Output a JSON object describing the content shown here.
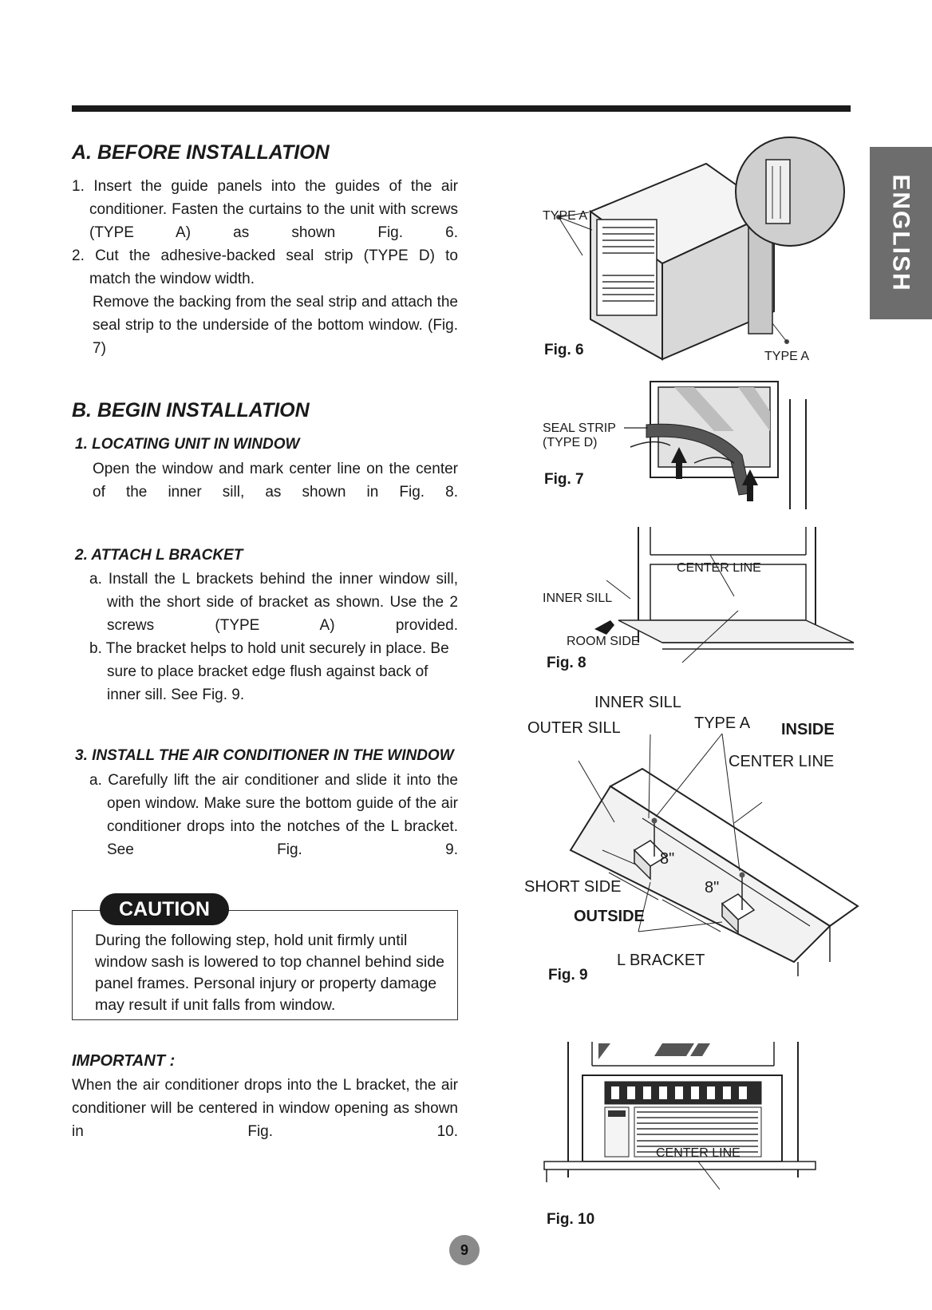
{
  "language_tab": "ENGLISH",
  "section_a": {
    "heading": "A. BEFORE INSTALLATION",
    "step1": "1. Insert the guide panels into the guides of the air conditioner. Fasten the curtains to the unit with screws (TYPE A) as shown Fig. 6.",
    "step2_line1": "2. Cut the adhesive-backed seal strip (TYPE D) to",
    "step2_line2": "match the window width.",
    "step2_detail": "Remove the backing from the seal strip and attach the seal strip to the underside of the bottom window. (Fig. 7)"
  },
  "section_b": {
    "heading": "B. BEGIN INSTALLATION",
    "sub1": {
      "title": "1. LOCATING UNIT IN WINDOW",
      "text": "Open the window and mark center line on the center of the inner sill, as shown in Fig. 8."
    },
    "sub2": {
      "title": "2. ATTACH L BRACKET",
      "item_a": "a. Install the L brackets behind the inner window sill, with the short side of bracket as shown. Use the 2 screws (TYPE A) provided.",
      "item_b": "b. The bracket helps to hold unit securely in place. Be sure to place bracket edge flush against back of inner sill. See Fig. 9."
    },
    "sub3": {
      "title": "3. INSTALL THE AIR CONDITIONER IN THE WINDOW",
      "item_a": "a. Carefully lift the air conditioner and slide it into the open window. Make sure the bottom guide of the air conditioner drops into the notches of the L bracket. See Fig. 9."
    }
  },
  "caution": {
    "label": "CAUTION",
    "text": "During the following step, hold unit firmly until window sash is lowered to top channel behind side panel frames. Personal injury or property damage may result if unit falls from window."
  },
  "important": {
    "title": "IMPORTANT :",
    "text": "When the air conditioner drops into the L bracket, the air conditioner will be centered in window opening as shown in Fig. 10."
  },
  "figures": {
    "fig6": {
      "caption": "Fig. 6",
      "labels": [
        "TYPE A",
        "TYPE A"
      ]
    },
    "fig7": {
      "caption": "Fig. 7",
      "labels": [
        "SEAL STRIP",
        "(TYPE D)"
      ]
    },
    "fig8": {
      "caption": "Fig. 8",
      "labels": [
        "CENTER LINE",
        "INNER SILL",
        "ROOM SIDE"
      ]
    },
    "fig9": {
      "caption": "Fig. 9",
      "labels": [
        "INNER SILL",
        "OUTER SILL",
        "TYPE A",
        "INSIDE",
        "CENTER LINE",
        "8\"",
        "8\"",
        "SHORT SIDE",
        "OUTSIDE",
        "L BRACKET"
      ]
    },
    "fig10": {
      "caption": "Fig. 10",
      "labels": [
        "CENTER LINE"
      ]
    }
  },
  "page_number": "9"
}
